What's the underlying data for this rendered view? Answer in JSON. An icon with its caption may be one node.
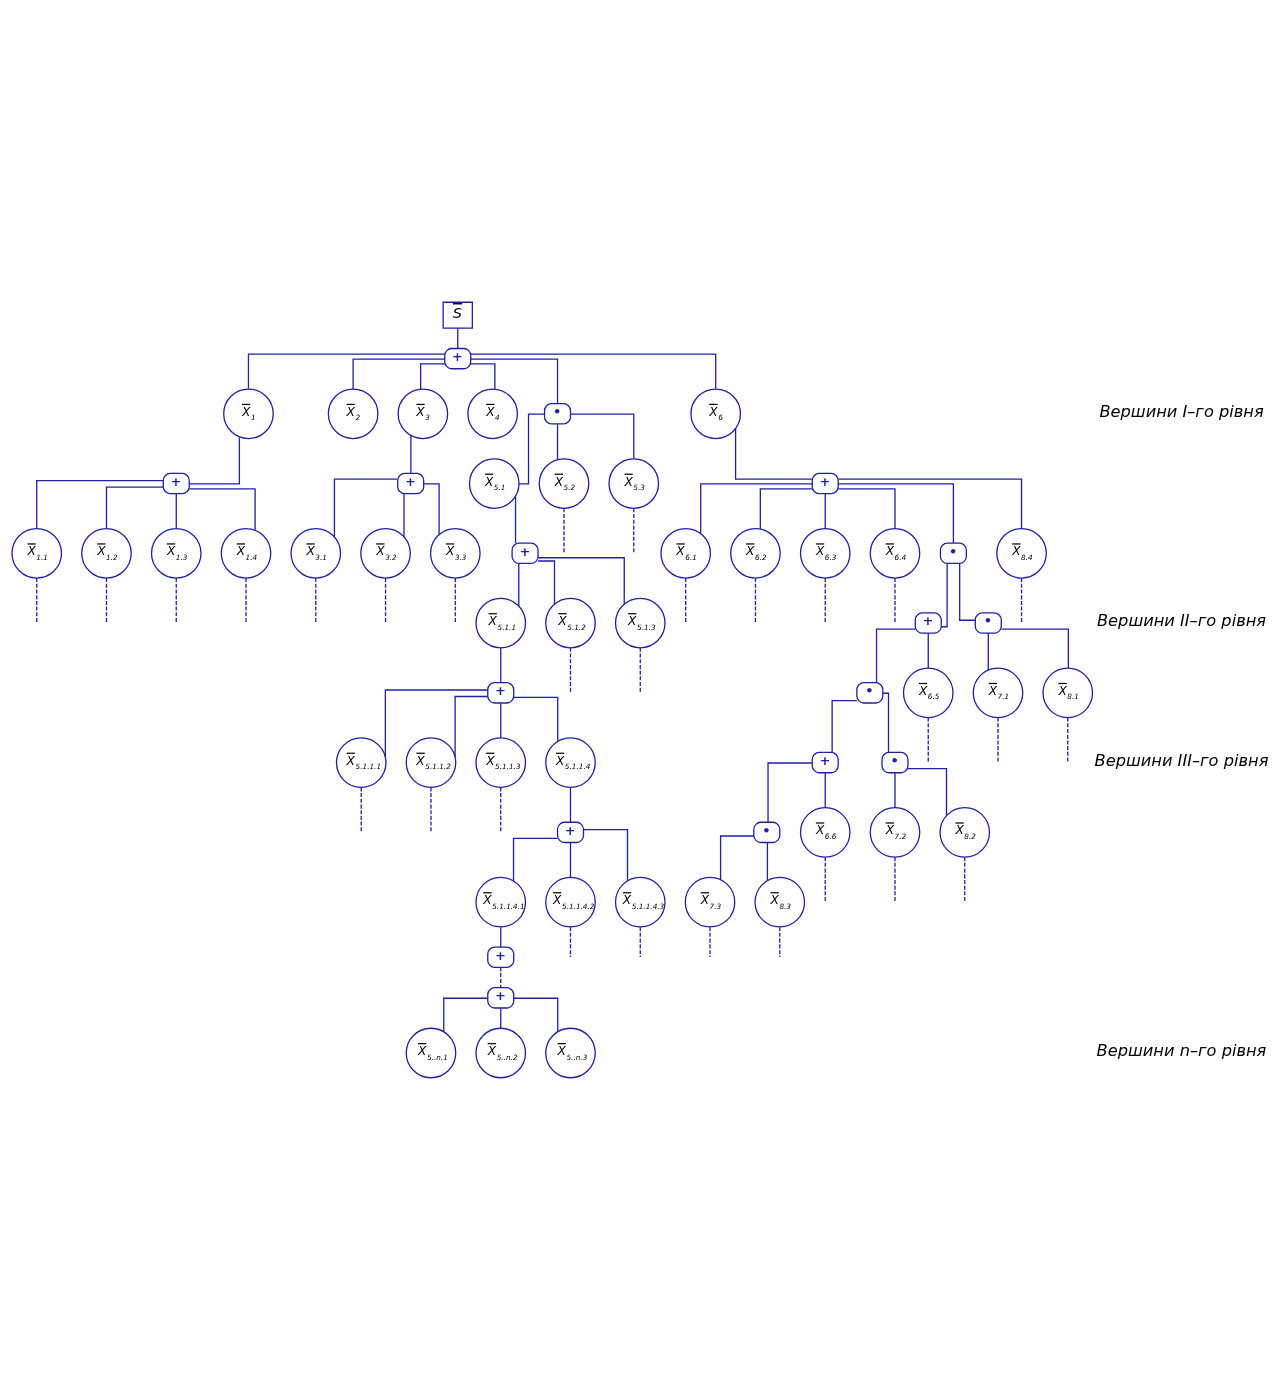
{
  "diagram": {
    "nodes": [
      {
        "text": [
          "S"
        ]
      },
      {
        "text": [
          "+"
        ]
      },
      {
        "text": [
          "X$_{1}$"
        ]
      },
      {
        "text": [
          "X$_{2}$"
        ]
      },
      {
        "text": [
          "X$_{3}$"
        ]
      },
      {
        "text": [
          "X$_{4}$"
        ]
      },
      {
        "text": [
          "•"
        ]
      },
      {
        "text": [
          "X$_{6}$"
        ]
      },
      {
        "text": [
          "X$_{5.1}$"
        ]
      },
      {
        "text": [
          "X$_{5.2}$"
        ]
      },
      {
        "text": [
          "X$_{5.3}$"
        ]
      },
      {
        "text": [
          "+"
        ]
      },
      {
        "text": [
          "+"
        ]
      },
      {
        "text": [
          "+"
        ]
      },
      {
        "text": [
          "X$_{1.1}$"
        ]
      },
      {
        "text": [
          "X$_{1.2}$"
        ]
      },
      {
        "text": [
          "X$_{1.3}$"
        ]
      },
      {
        "text": [
          "X$_{1.4}$"
        ]
      },
      {
        "text": [
          "X$_{3.1}$"
        ]
      },
      {
        "text": [
          "X$_{3.2}$"
        ]
      },
      {
        "text": [
          "X$_{3.3}$"
        ]
      },
      {
        "text": [
          "X$_{6.1}$"
        ]
      },
      {
        "text": [
          "X$_{6.2}$"
        ]
      },
      {
        "text": [
          "X$_{6.3}$"
        ]
      },
      {
        "text": [
          "X$_{6.4}$"
        ]
      },
      {
        "text": [
          "•"
        ]
      },
      {
        "text": [
          "X$_{8.4}$"
        ]
      },
      {
        "text": [
          "+"
        ]
      },
      {
        "text": [
          "•"
        ]
      },
      {
        "text": [
          "+"
        ]
      },
      {
        "text": [
          "X$_{5.1.1}$"
        ]
      },
      {
        "text": [
          "X$_{5.1.2}$"
        ]
      },
      {
        "text": [
          "X$_{5.1.3}$"
        ]
      },
      {
        "text": [
          "•"
        ]
      },
      {
        "text": [
          "X$_{6.5}$"
        ]
      },
      {
        "text": [
          "X$_{7.1}$"
        ]
      },
      {
        "text": [
          "X$_{8.1}$"
        ]
      },
      {
        "text": [
          "+"
        ]
      },
      {
        "text": [
          "•"
        ]
      },
      {
        "text": [
          "•"
        ]
      },
      {
        "text": [
          "X$_{6.6}$"
        ]
      },
      {
        "text": [
          "X$_{7.2}$"
        ]
      },
      {
        "text": [
          "X$_{8.2}$"
        ]
      },
      {
        "text": [
          "X$_{7.3}$"
        ]
      },
      {
        "text": [
          "X$_{8.3}$"
        ]
      },
      {
        "text": [
          "+"
        ]
      },
      {
        "text": [
          "X$_{5.1.1.1}$"
        ]
      },
      {
        "text": [
          "X$_{5.1.1.2}$"
        ]
      },
      {
        "text": [
          "X$_{5.1.1.3}$"
        ]
      },
      {
        "text": [
          "X$_{5.1.1.4}$"
        ]
      },
      {
        "text": [
          "+"
        ]
      },
      {
        "text": [
          "X$_{5.1.1.4.1}$"
        ]
      },
      {
        "text": [
          "X$_{5.1.1.4.2}$"
        ]
      },
      {
        "text": [
          "X$_{5.1.1.4.3}$"
        ]
      },
      {
        "text": [
          "+"
        ]
      },
      {
        "text": [
          "+"
        ]
      },
      {
        "text": [
          "X$_{5..n.1}$"
        ]
      },
      {
        "text": [
          "X$_{5..n.2}$"
        ]
      },
      {
        "text": [
          "X$_{5..n.3}$"
        ]
      }
    ],
    "edges": [
      {
        "from": 0,
        "to": 1,
        "arrow": "none"
      },
      {
        "from": 1,
        "to": 2,
        "arrow": "none"
      },
      {
        "from": 1,
        "to": 3,
        "arrow": "none"
      },
      {
        "from": 1,
        "to": 4,
        "arrow": "none"
      },
      {
        "from": 1,
        "to": 5,
        "arrow": "none"
      },
      {
        "from": 1,
        "to": 6,
        "arrow": "none"
      },
      {
        "from": 1,
        "to": 7,
        "arrow": "none"
      },
      {
        "from": 6,
        "to": 8,
        "arrow": "none"
      },
      {
        "from": 6,
        "to": 9,
        "arrow": "none"
      },
      {
        "from": 6,
        "to": 10,
        "arrow": "none"
      },
      {
        "from": 9,
        "to": null,
        "arrow": "none",
        "style": "dashed"
      },
      {
        "from": 10,
        "to": null,
        "arrow": "none",
        "style": "dashed"
      },
      {
        "from": 2,
        "to": 11,
        "arrow": "none"
      },
      {
        "from": 4,
        "to": 12,
        "arrow": "none"
      },
      {
        "from": 7,
        "to": 13,
        "arrow": "none"
      },
      {
        "from": 11,
        "to": 14,
        "arrow": "none"
      },
      {
        "from": 11,
        "to": 15,
        "arrow": "none"
      },
      {
        "from": 11,
        "to": 16,
        "arrow": "none"
      },
      {
        "from": 11,
        "to": 17,
        "arrow": "none"
      },
      {
        "from": 12,
        "to": 18,
        "arrow": "none"
      },
      {
        "from": 12,
        "to": 19,
        "arrow": "none"
      },
      {
        "from": 12,
        "to": 20,
        "arrow": "none"
      },
      {
        "from": 13,
        "to": 21,
        "arrow": "none"
      },
      {
        "from": 13,
        "to": 22,
        "arrow": "none"
      },
      {
        "from": 13,
        "to": 23,
        "arrow": "none"
      },
      {
        "from": 13,
        "to": 24,
        "arrow": "none"
      },
      {
        "from": 13,
        "to": 25,
        "arrow": "none"
      },
      {
        "from": 13,
        "to": 26,
        "arrow": "none"
      },
      {
        "from": 14,
        "to": null,
        "arrow": "none",
        "style": "dashed"
      },
      {
        "from": 15,
        "to": null,
        "arrow": "none",
        "style": "dashed"
      },
      {
        "from": 16,
        "to": null,
        "arrow": "none",
        "style": "dashed"
      },
      {
        "from": 17,
        "to": null,
        "arrow": "none",
        "style": "dashed"
      },
      {
        "from": 18,
        "to": null,
        "arrow": "none",
        "style": "dashed"
      },
      {
        "from": 19,
        "to": null,
        "arrow": "none",
        "style": "dashed"
      },
      {
        "from": 20,
        "to": null,
        "arrow": "none",
        "style": "dashed"
      },
      {
        "from": 21,
        "to": null,
        "arrow": "none",
        "style": "dashed"
      },
      {
        "from": 22,
        "to": null,
        "arrow": "none",
        "style": "dashed"
      },
      {
        "from": 23,
        "to": null,
        "arrow": "none",
        "style": "dashed"
      },
      {
        "from": 24,
        "to": null,
        "arrow": "none",
        "style": "dashed"
      },
      {
        "from": 26,
        "to": null,
        "arrow": "none",
        "style": "dashed"
      },
      {
        "from": 25,
        "to": 27,
        "arrow": "none"
      },
      {
        "from": 25,
        "to": 28,
        "arrow": "none"
      },
      {
        "from": 8,
        "to": 29,
        "arrow": "none"
      },
      {
        "from": 29,
        "to": 30,
        "arrow": "none"
      },
      {
        "from": 29,
        "to": 31,
        "arrow": "none"
      },
      {
        "from": 29,
        "to": 32,
        "arrow": "none"
      },
      {
        "from": 31,
        "to": null,
        "arrow": "none",
        "style": "dashed"
      },
      {
        "from": 32,
        "to": null,
        "arrow": "none",
        "style": "dashed"
      },
      {
        "from": 27,
        "to": 33,
        "arrow": "none"
      },
      {
        "from": 27,
        "to": 34,
        "arrow": "none"
      },
      {
        "from": 28,
        "to": 35,
        "arrow": "none"
      },
      {
        "from": 28,
        "to": 36,
        "arrow": "none"
      },
      {
        "from": 34,
        "to": null,
        "arrow": "none",
        "style": "dashed"
      },
      {
        "from": 35,
        "to": null,
        "arrow": "none",
        "style": "dashed"
      },
      {
        "from": 36,
        "to": null,
        "arrow": "none",
        "style": "dashed"
      },
      {
        "from": 33,
        "to": 37,
        "arrow": "none"
      },
      {
        "from": 33,
        "to": 38,
        "arrow": "none"
      },
      {
        "from": 37,
        "to": 39,
        "arrow": "none"
      },
      {
        "from": 37,
        "to": 40,
        "arrow": "none"
      },
      {
        "from": 38,
        "to": 41,
        "arrow": "none"
      },
      {
        "from": 38,
        "to": 42,
        "arrow": "none"
      },
      {
        "from": 40,
        "to": null,
        "arrow": "none",
        "style": "dashed"
      },
      {
        "from": 41,
        "to": null,
        "arrow": "none",
        "style": "dashed"
      },
      {
        "from": 42,
        "to": null,
        "arrow": "none",
        "style": "dashed"
      },
      {
        "from": 39,
        "to": 43,
        "arrow": "none"
      },
      {
        "from": 39,
        "to": 44,
        "arrow": "none"
      },
      {
        "from": 43,
        "to": null,
        "arrow": "none",
        "style": "dashed"
      },
      {
        "from": 44,
        "to": null,
        "arrow": "none",
        "style": "dashed"
      },
      {
        "from": 30,
        "to": 45,
        "arrow": "none"
      },
      {
        "from": 45,
        "to": 46,
        "arrow": "none"
      },
      {
        "from": 45,
        "to": 47,
        "arrow": "none"
      },
      {
        "from": 45,
        "to": 48,
        "arrow": "none"
      },
      {
        "from": 45,
        "to": 49,
        "arrow": "none"
      },
      {
        "from": 46,
        "to": null,
        "arrow": "none",
        "style": "dashed"
      },
      {
        "from": 47,
        "to": null,
        "arrow": "none",
        "style": "dashed"
      },
      {
        "from": 48,
        "to": null,
        "arrow": "none",
        "style": "dashed"
      },
      {
        "from": 49,
        "to": 50,
        "arrow": "none"
      },
      {
        "from": 50,
        "to": 51,
        "arrow": "none"
      },
      {
        "from": 50,
        "to": 52,
        "arrow": "none"
      },
      {
        "from": 50,
        "to": 53,
        "arrow": "none"
      },
      {
        "from": 52,
        "to": null,
        "arrow": "none",
        "style": "dashed"
      },
      {
        "from": 53,
        "to": null,
        "arrow": "none",
        "style": "dashed"
      },
      {
        "from": 51,
        "to": 54,
        "arrow": "none"
      },
      {
        "from": 54,
        "to": 55,
        "arrow": "none",
        "style": "dashed"
      },
      {
        "from": 55,
        "to": 56,
        "arrow": "none"
      },
      {
        "from": 55,
        "to": 57,
        "arrow": "none"
      },
      {
        "from": 55,
        "to": 58,
        "arrow": "none"
      }
    ],
    "labels": [
      "Вершини I–го рівня",
      "Вершини II–го рівня",
      "Вершини III–го рівня",
      "Вершини n–го рівня"
    ]
  }
}
